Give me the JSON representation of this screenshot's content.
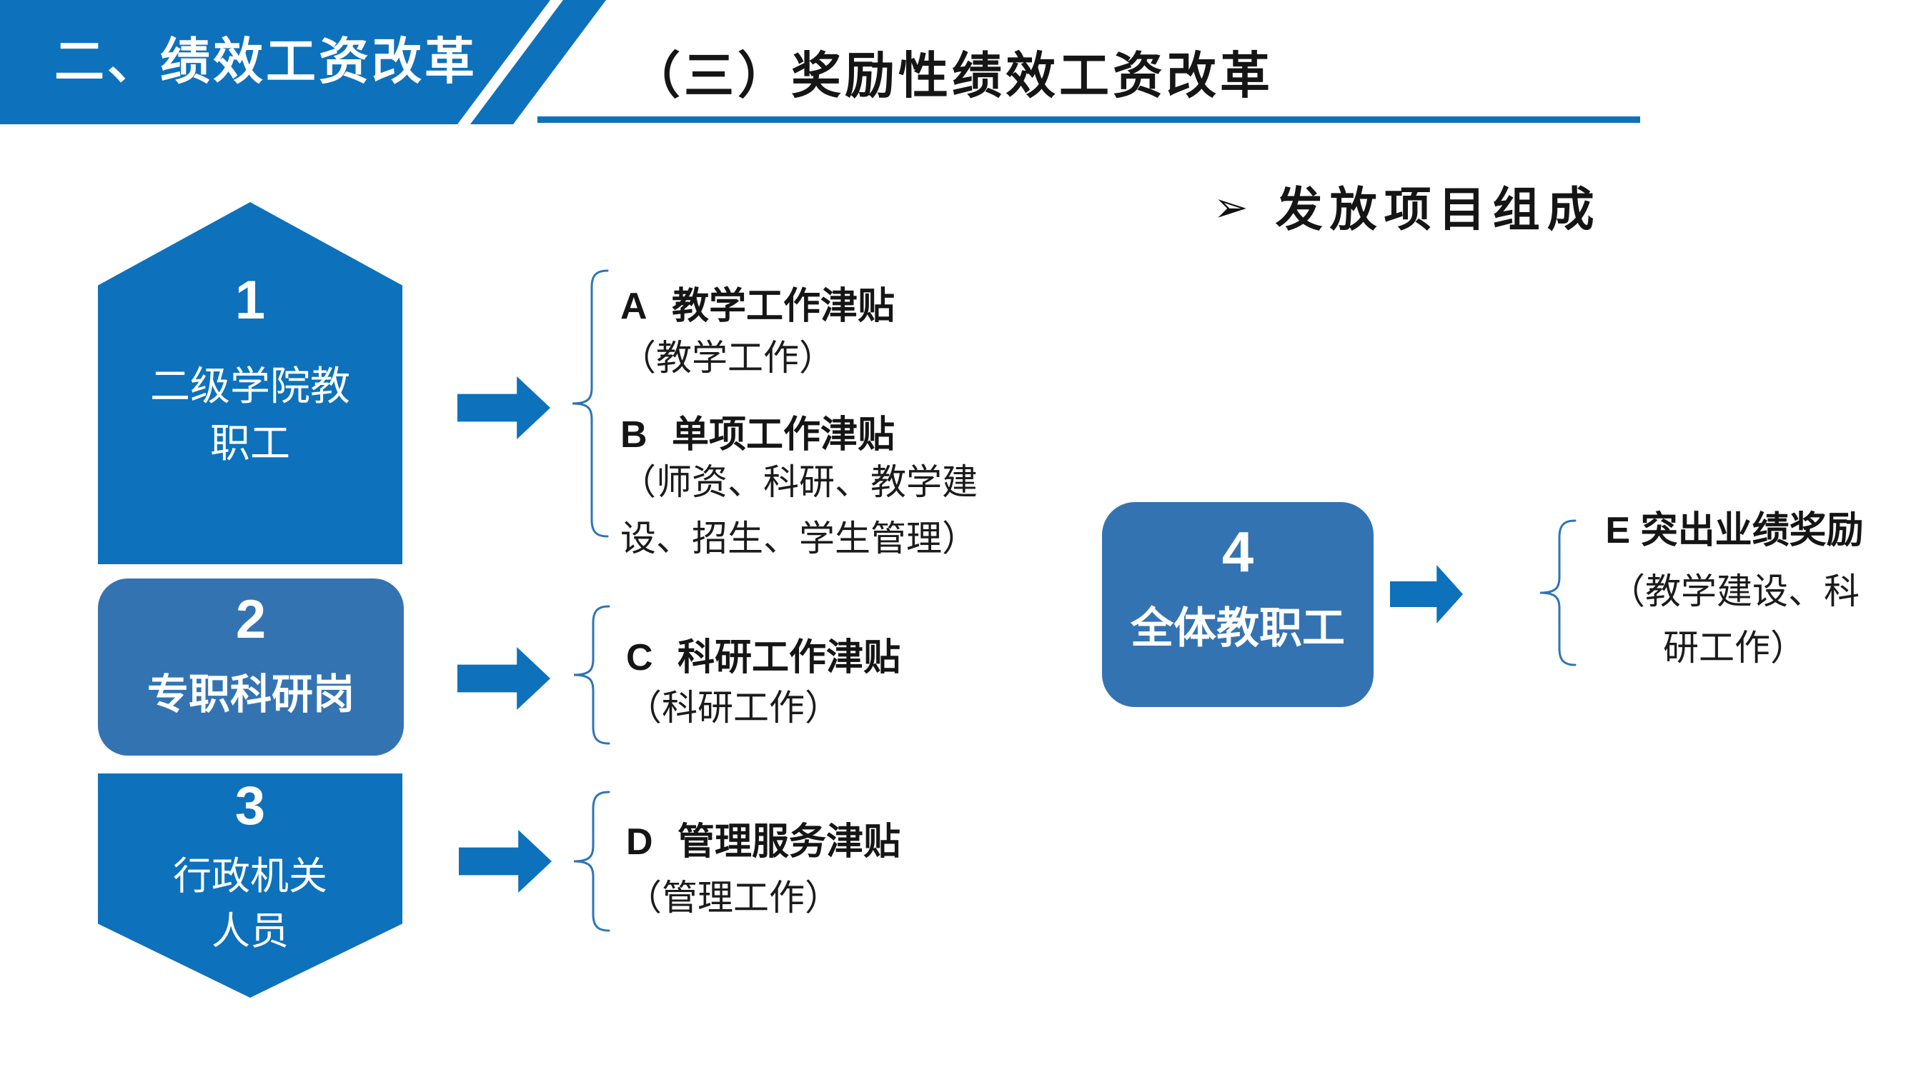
{
  "banner": {
    "title": "二、绩效工资改革"
  },
  "header": {
    "title": "（三）奖励性绩效工资改革"
  },
  "section_heading": {
    "bullet": "➢",
    "title": "发放项目组成"
  },
  "groups": [
    {
      "number": "1",
      "label_lines": [
        "二级学院教",
        "职工"
      ]
    },
    {
      "number": "2",
      "label_lines": [
        "专职科研岗"
      ]
    },
    {
      "number": "3",
      "label_lines": [
        "行政机关",
        "人员"
      ]
    },
    {
      "number": "4",
      "label_lines": [
        "全体教职工"
      ]
    }
  ],
  "allowances": [
    {
      "letter": "A",
      "title": "教学工作津贴",
      "note_lines": [
        "（教学工作）",
        ""
      ]
    },
    {
      "letter": "B",
      "title": "单项工作津贴",
      "note_lines": [
        "（师资、科研、教学建",
        "设、招生、学生管理）"
      ]
    },
    {
      "letter": "C",
      "title": "科研工作津贴",
      "note_lines": [
        "（科研工作）",
        ""
      ]
    },
    {
      "letter": "D",
      "title": "管理服务津贴",
      "note_lines": [
        "（管理工作）",
        ""
      ]
    },
    {
      "letter": "E",
      "title": "突出业绩奖励",
      "note_lines": [
        "（教学建设、科",
        "研工作）"
      ]
    }
  ],
  "colors": {
    "primary_blue": "#0d71bc",
    "steel_blue": "#3473b2",
    "brace_blue": "#2e74b5",
    "text_black": "#151515",
    "white": "#ffffff"
  }
}
